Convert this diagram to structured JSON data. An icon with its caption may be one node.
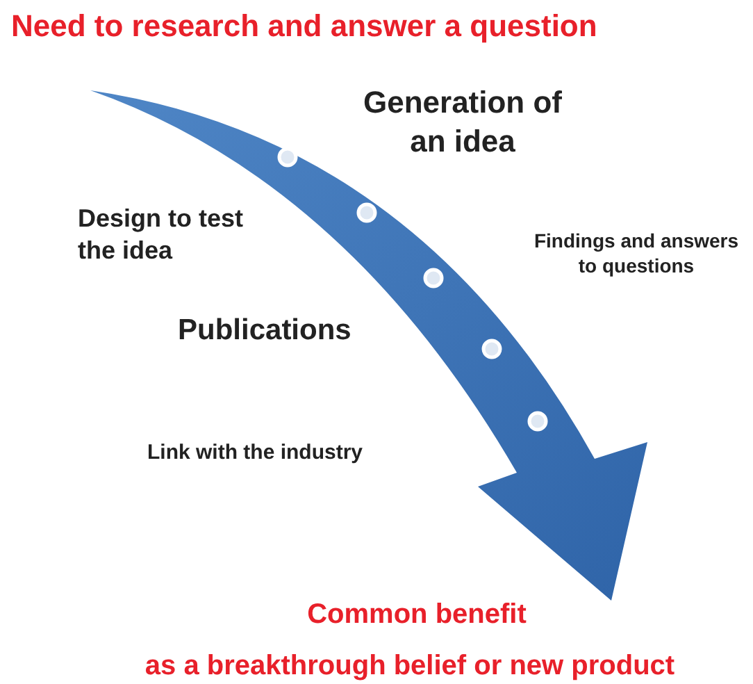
{
  "diagram": {
    "title": "Need to research and answer a question",
    "nodes": [
      {
        "text": [],
        "shape": "circle"
      },
      {
        "text": [],
        "shape": "circle"
      },
      {
        "text": [],
        "shape": "circle"
      },
      {
        "text": [],
        "shape": "circle"
      },
      {
        "text": [],
        "shape": "circle"
      }
    ],
    "labels": [
      "Generation of an idea",
      "Design to test the idea",
      "Findings and answers to questions",
      "Publications",
      "Link with the industry",
      "Common benefit",
      "as a breakthrough belief or new product"
    ]
  }
}
